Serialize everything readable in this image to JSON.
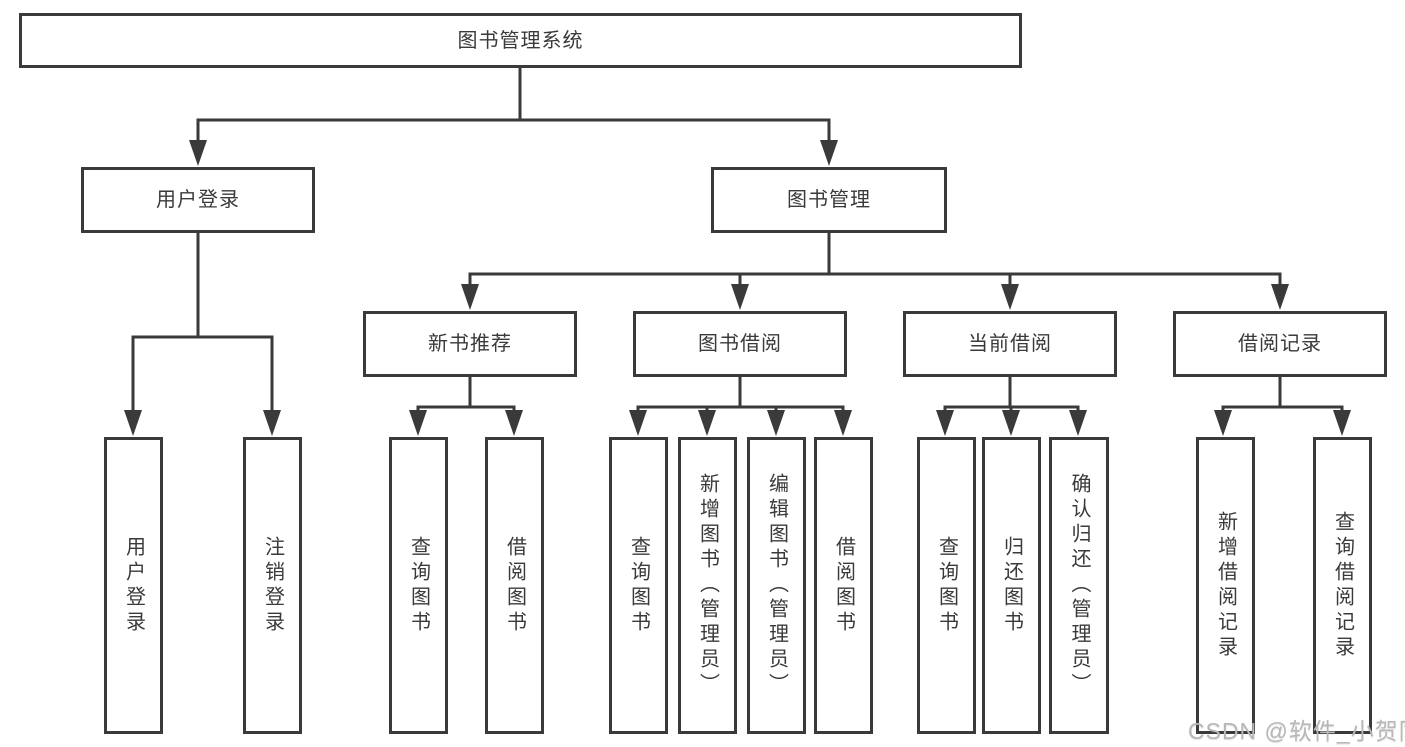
{
  "diagram_type": "functional-structure-tree",
  "tree": {
    "label": "图书管理系统",
    "children": [
      {
        "label": "用户登录",
        "children": [
          {
            "label": "用户登录"
          },
          {
            "label": "注销登录"
          }
        ]
      },
      {
        "label": "图书管理",
        "children": [
          {
            "label": "新书推荐",
            "children": [
              {
                "label": "查询图书"
              },
              {
                "label": "借阅图书"
              }
            ]
          },
          {
            "label": "图书借阅",
            "children": [
              {
                "label": "查询图书"
              },
              {
                "label": "新增图书（管理员）"
              },
              {
                "label": "编辑图书（管理员）"
              },
              {
                "label": "借阅图书"
              }
            ]
          },
          {
            "label": "当前借阅",
            "children": [
              {
                "label": "查询图书"
              },
              {
                "label": "归还图书"
              },
              {
                "label": "确认归还（管理员）"
              }
            ]
          },
          {
            "label": "借阅记录",
            "children": [
              {
                "label": "新增借阅记录"
              },
              {
                "label": "查询借阅记录"
              }
            ]
          }
        ]
      }
    ]
  },
  "watermark": {
    "text": "CSDN @软件_小贺同学"
  },
  "colors": {
    "line": "#3a3a3a",
    "text": "#3a3a3a",
    "background": "#ffffff",
    "watermark": "#b8b8b8"
  }
}
